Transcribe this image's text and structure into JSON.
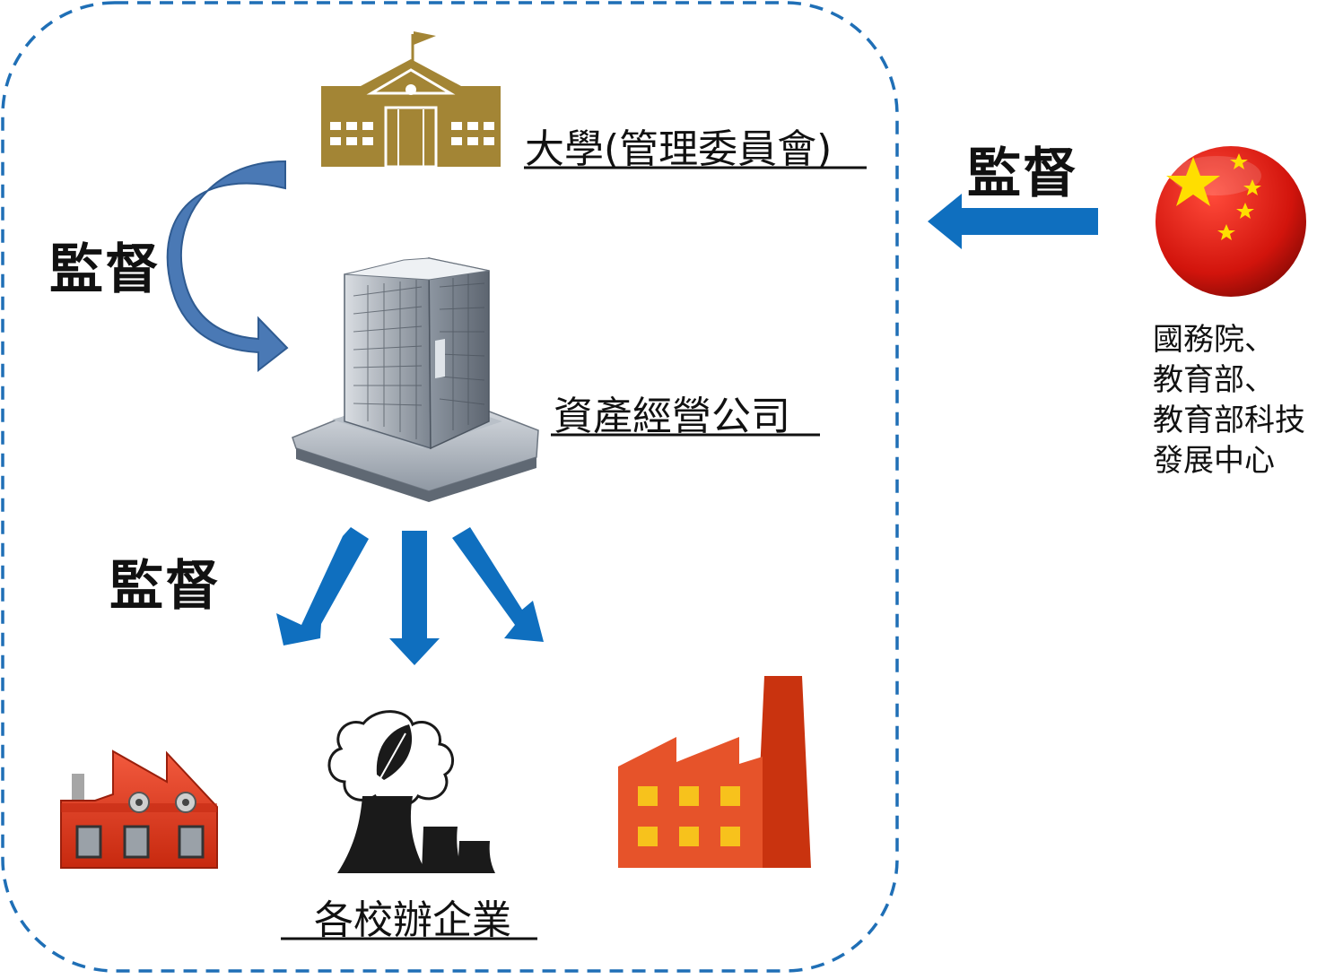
{
  "labels": {
    "university": "大學(管理委員會)",
    "asset_company": "資產經營公司",
    "enterprises": "各校辦企業",
    "supervise_left_top": "監督",
    "supervise_left_bottom": "監督",
    "supervise_right": "監督",
    "government": [
      "國務院、",
      "教育部、",
      "教育部科技",
      "發展中心"
    ]
  },
  "colors": {
    "boundary": "#1f6fb6",
    "arrow_blue": "#0f6fbf",
    "curved_arrow": "#4a79b5",
    "school_gold": "#a38535",
    "factory_red": "#d9331c",
    "factory_orange": "#e6532a",
    "window_yellow": "#f7c21c",
    "flag_red": "#dd1a10",
    "flag_star": "#ffde00"
  },
  "icons": [
    "school-icon",
    "office-building-icon",
    "china-flag-icon",
    "red-factory-icon",
    "power-plant-icon",
    "orange-factory-icon"
  ]
}
